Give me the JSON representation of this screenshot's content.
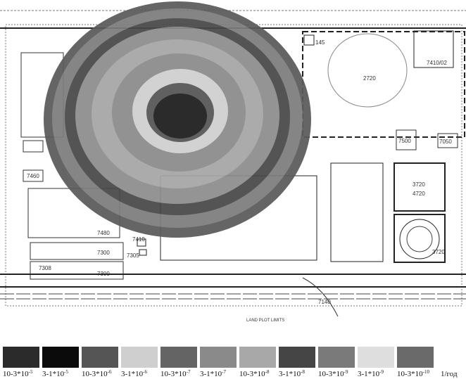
{
  "map_labels": {
    "b7480": "7480",
    "b7300a": "7300",
    "b7300b": "7300",
    "b7308": "7308",
    "b7305": "7305",
    "b7460": "7460",
    "b7410": "7410",
    "b741002": "7410/02",
    "b2720": "2720",
    "b145": "145",
    "b7500": "7500",
    "b7050": "7050",
    "b3720a": "3720",
    "b4720": "4720",
    "b3720b": "3720",
    "b7140": "7140",
    "land": "LAND PLOT LIMITS"
  },
  "legend": {
    "items": [
      {
        "base": "10-3*10",
        "exp": "-5",
        "color": "#2b2b2b"
      },
      {
        "base": "3-1*10",
        "exp": "-5",
        "color": "#0b0b0b"
      },
      {
        "base": "10-3*10",
        "exp": "-6",
        "color": "#555555"
      },
      {
        "base": "3-1*10",
        "exp": "-6",
        "color": "#cfcfcf"
      },
      {
        "base": "10-3*10",
        "exp": "-7",
        "color": "#646464"
      },
      {
        "base": "3-1*10",
        "exp": "-7",
        "color": "#8a8a8a"
      },
      {
        "base": "10-3*10",
        "exp": "-8",
        "color": "#a8a8a8"
      },
      {
        "base": "3-1*10",
        "exp": "-8",
        "color": "#454545"
      },
      {
        "base": "10-3*10",
        "exp": "-9",
        "color": "#7a7a7a"
      },
      {
        "base": "3-1*10",
        "exp": "-9",
        "color": "#dedede"
      },
      {
        "base": "10-3*10",
        "exp": "-10",
        "color": "#6a6a6a"
      }
    ],
    "unit": "1/год"
  }
}
